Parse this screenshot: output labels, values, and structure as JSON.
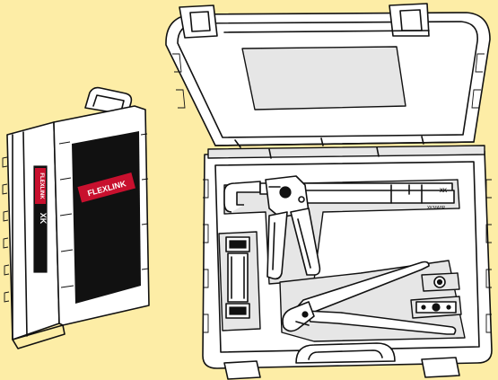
{
  "colors": {
    "background": "#fdeda6",
    "case_black": "#111111",
    "brand_red": "#c8102e",
    "outline": "#111111",
    "fill_white": "#ffffff",
    "fill_grey": "#e6e6e6"
  },
  "closed_case": {
    "brand_logo_text": "FLEXLINK",
    "side_logo_text": "FLEXLINK",
    "side_model_text": "XK"
  },
  "open_case": {
    "crimper_brand_text": "XK",
    "crimper_code_text": "XKMA8P"
  }
}
